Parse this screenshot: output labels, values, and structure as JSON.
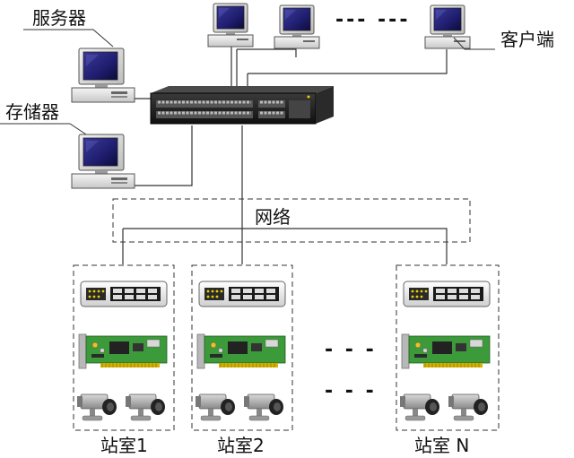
{
  "labels": {
    "server": "服务器",
    "storage": "存储器",
    "client": "客户端",
    "network": "网络"
  },
  "stations": [
    {
      "label": "站室1"
    },
    {
      "label": "站室2"
    },
    {
      "label": "站室 N"
    }
  ],
  "ellipsis": {
    "clients": "--- ---",
    "stations_row1": "- - -",
    "stations_row2": "- - -"
  },
  "colors": {
    "monitor_screen": "#1f1d6e",
    "switch_body": "#1a1a1a",
    "pcb_green": "#3c9a3a",
    "camera_gray": "#9a9a9a"
  }
}
